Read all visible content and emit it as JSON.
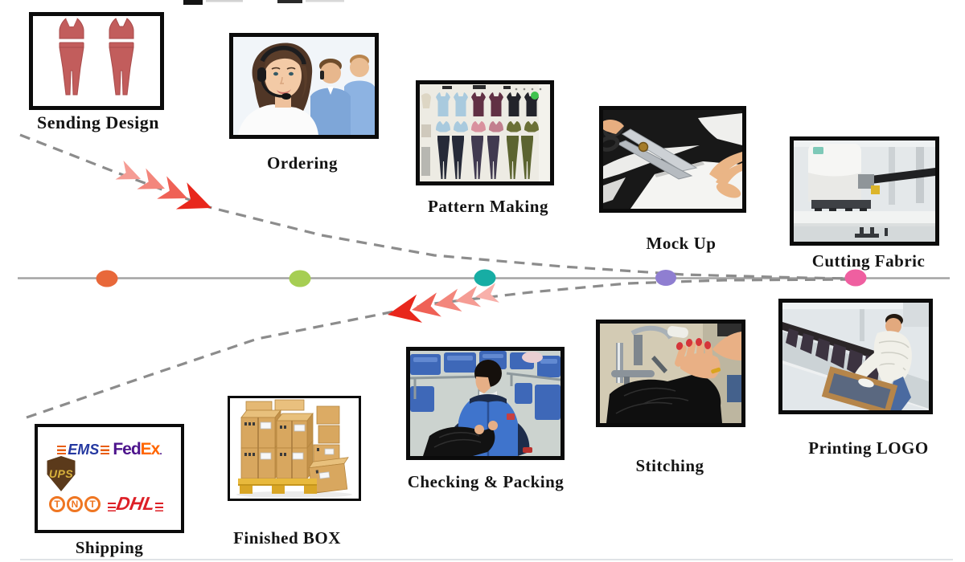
{
  "steps": [
    {
      "label": "Sending Design"
    },
    {
      "label": "Ordering"
    },
    {
      "label": "Pattern Making"
    },
    {
      "label": "Mock Up"
    },
    {
      "label": "Cutting Fabric"
    },
    {
      "label": "Printing LOGO"
    },
    {
      "label": "Stitching"
    },
    {
      "label": "Checking & Packing"
    },
    {
      "label": "Finished BOX"
    },
    {
      "label": "Shipping"
    }
  ],
  "timeline": {
    "line_color": "#a3a3a3",
    "dash_color": "#8c8c8c",
    "arrow_color": "#e8271c",
    "dots": [
      {
        "color": "#e8683a"
      },
      {
        "color": "#a6ce53"
      },
      {
        "color": "#17ada4"
      },
      {
        "color": "#8f7ed1"
      },
      {
        "color": "#ef5fa0"
      }
    ]
  },
  "shipping_logos": {
    "ems": "EMS",
    "fedex_fed": "Fed",
    "fedex_ex": "Ex",
    "fedex_dot": ".",
    "ups": "UPS",
    "tnt_letters": [
      "T",
      "N",
      "T"
    ],
    "dhl": "DHL"
  }
}
